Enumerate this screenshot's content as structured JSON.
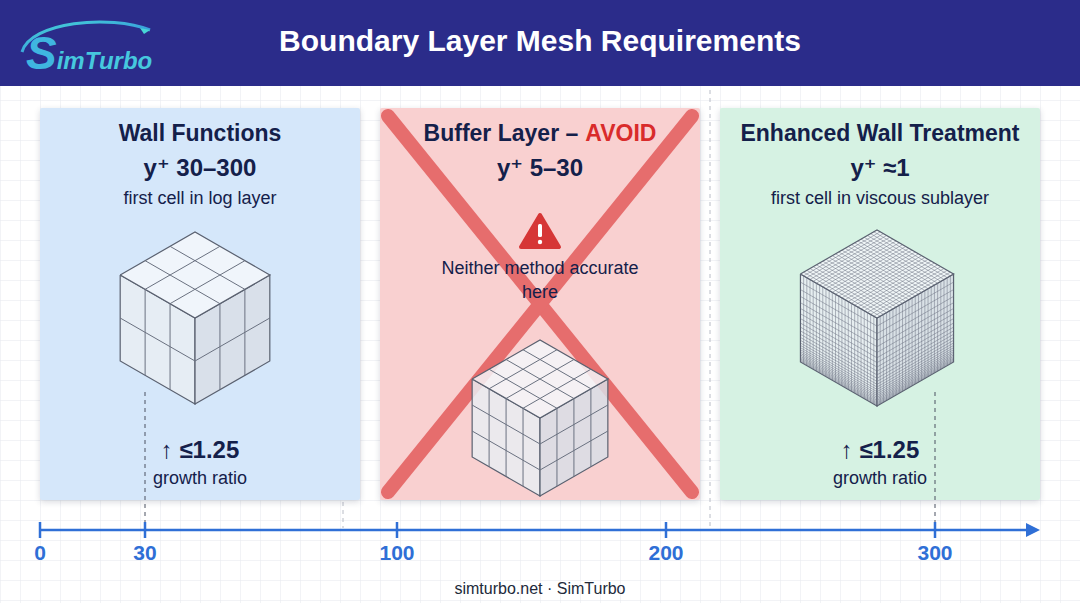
{
  "diagram": {
    "title": "Boundary Layer Mesh Requirements",
    "caption": "simturbo.net · SimTurbo",
    "nodes": [
      {
        "text": [
          "Wall Functions",
          "y⁺ 30–300",
          "first cell in log layer",
          "↑ ≤1.25",
          "growth ratio"
        ]
      },
      {
        "text": [
          "Buffer Layer –",
          "AVOID",
          "y⁺ 5–30",
          "Neither method accurate here"
        ]
      },
      {
        "text": [
          "Enhanced Wall Treatment",
          "y⁺ ≈1",
          "first cell in viscous sublayer",
          "↑ ≤1.25",
          "growth ratio"
        ]
      }
    ],
    "labels": [
      "SimTurbo",
      "0",
      "30",
      "100",
      "200",
      "300"
    ]
  }
}
